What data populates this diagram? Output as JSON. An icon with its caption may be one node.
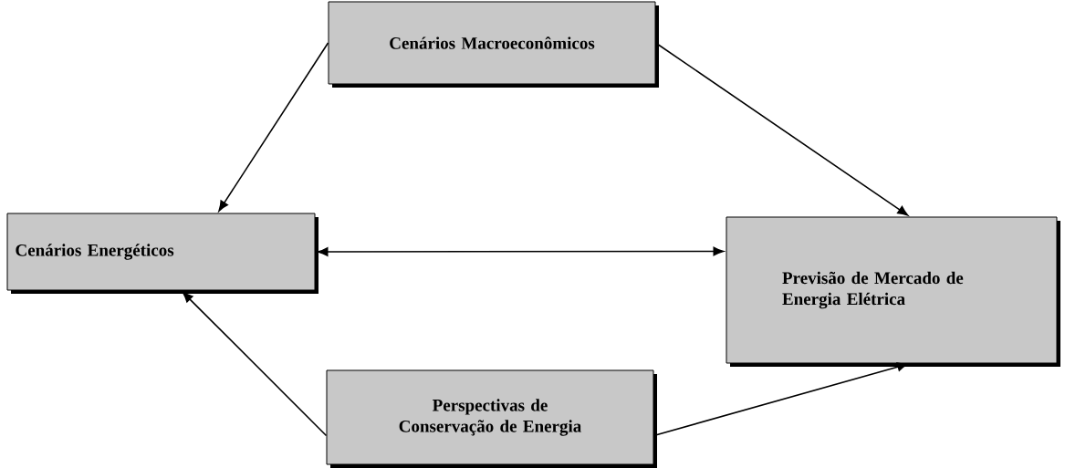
{
  "diagram": {
    "nodes": [
      {
        "text": [
          "Cenários Macroeconômicos"
        ]
      },
      {
        "text": [
          "Cenários Energéticos"
        ]
      },
      {
        "text": [
          "Previsão de Mercado de Energia Elétrica"
        ]
      },
      {
        "text": [
          "Perspectivas de Conservação de Energia"
        ]
      }
    ],
    "edges": [
      {
        "from": 0,
        "to": 1,
        "arrow": "to"
      },
      {
        "from": 0,
        "to": 2,
        "arrow": "to"
      },
      {
        "from": 1,
        "to": 2,
        "arrow": "both"
      },
      {
        "from": 3,
        "to": 1,
        "arrow": "to"
      },
      {
        "from": 3,
        "to": 2,
        "arrow": "to"
      }
    ]
  }
}
